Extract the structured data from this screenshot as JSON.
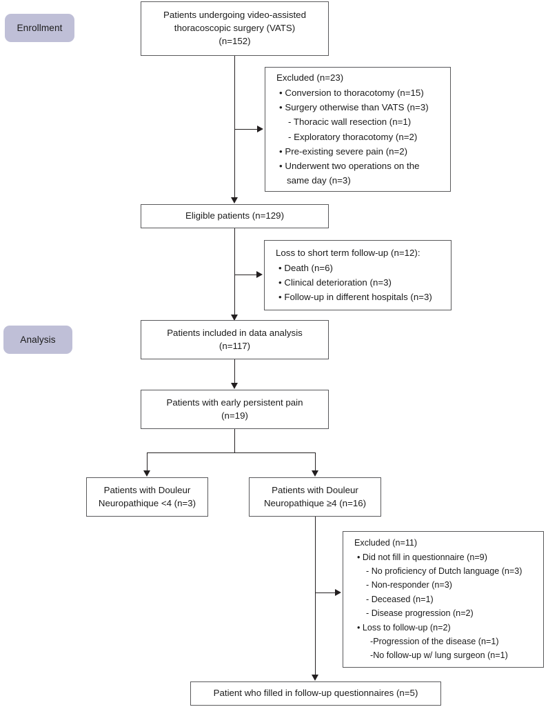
{
  "diagram": {
    "title": "CONSORT-style patient flow diagram",
    "accent_pill_color": "#bfbfd7",
    "line_color": "#231f20",
    "box_border_color": "#58585a"
  },
  "stage_labels": [
    {
      "id": "enrollment",
      "label": "Enrollment"
    },
    {
      "id": "analysis",
      "label": "Analysis"
    }
  ],
  "nodes": {
    "enrolled": {
      "lines": [
        "Patients undergoing video-assisted",
        "thoracoscopic surgery (VATS)",
        "(n=152)"
      ]
    },
    "excluded_enrollment": {
      "head": "Excluded (n=23)",
      "items": [
        {
          "type": "bullet",
          "text": "Conversion to thoracotomy (n=15)"
        },
        {
          "type": "bullet",
          "text": "Surgery otherwise than VATS (n=3)"
        },
        {
          "type": "dash",
          "text": "- Thoracic wall resection (n=1)"
        },
        {
          "type": "dash",
          "text": "- Exploratory thoracotomy (n=2)"
        },
        {
          "type": "bullet",
          "text": "Pre-existing severe pain (n=2)"
        },
        {
          "type": "bullet-wrap",
          "text": "Underwent two operations on the same day (n=3)"
        }
      ]
    },
    "eligible": {
      "lines": [
        "Eligible patients (n=129)"
      ]
    },
    "loss_short_term": {
      "head": "Loss to short term follow-up (n=12):",
      "items": [
        {
          "type": "bullet",
          "text": "Death (n=6)"
        },
        {
          "type": "bullet",
          "text": "Clinical deterioration (n=3)"
        },
        {
          "type": "bullet",
          "text": "Follow-up in different hospitals (n=3)"
        }
      ]
    },
    "analysed": {
      "lines": [
        "Patients included in data analysis",
        "(n=117)"
      ]
    },
    "early_persistent_pain": {
      "lines": [
        "Patients with early persistent pain",
        "(n=19)"
      ]
    },
    "dn_low": {
      "lines": [
        "Patients with Douleur",
        "Neuropathique <4 (n=3)"
      ]
    },
    "dn_high": {
      "lines": [
        "Patients with Douleur",
        "Neuropathique ≥4 (n=16)"
      ]
    },
    "excluded_followup": {
      "head": "Excluded (n=11)",
      "items": [
        {
          "type": "bullet",
          "text": "Did not fill in questionnaire (n=9)"
        },
        {
          "type": "dash",
          "text": "- No proficiency of Dutch language (n=3)"
        },
        {
          "type": "dash",
          "text": "- Non-responder (n=3)"
        },
        {
          "type": "dash",
          "text": "- Deceased (n=1)"
        },
        {
          "type": "dash",
          "text": "- Disease progression (n=2)"
        },
        {
          "type": "bullet",
          "text": "Loss to follow-up (n=2)"
        },
        {
          "type": "plain",
          "text": "-Progression of the disease (n=1)"
        },
        {
          "type": "plain",
          "text": "-No follow-up w/ lung surgeon (n=1)"
        }
      ]
    },
    "final": {
      "lines": [
        "Patient who filled in follow-up questionnaires (n=5)"
      ]
    }
  },
  "chart_data": {
    "type": "flowchart",
    "title": "Patient flow through the VATS persistent pain study",
    "nodes": [
      {
        "id": "enrolled",
        "label": "Patients undergoing video-assisted thoracoscopic surgery (VATS)",
        "n": 152,
        "stage": "Enrollment"
      },
      {
        "id": "excluded_enrollment",
        "label": "Excluded",
        "n": 23,
        "stage": "Enrollment",
        "breakdown": [
          {
            "label": "Conversion to thoracotomy",
            "n": 15
          },
          {
            "label": "Surgery otherwise than VATS",
            "n": 3,
            "sub": [
              {
                "label": "Thoracic wall resection",
                "n": 1
              },
              {
                "label": "Exploratory thoracotomy",
                "n": 2
              }
            ]
          },
          {
            "label": "Pre-existing severe pain",
            "n": 2
          },
          {
            "label": "Underwent two operations on the same day",
            "n": 3
          }
        ]
      },
      {
        "id": "eligible",
        "label": "Eligible patients",
        "n": 129,
        "stage": "Enrollment"
      },
      {
        "id": "loss_short_term",
        "label": "Loss to short term follow-up",
        "n": 12,
        "stage": "Follow-up",
        "breakdown": [
          {
            "label": "Death",
            "n": 6
          },
          {
            "label": "Clinical deterioration",
            "n": 3
          },
          {
            "label": "Follow-up in different hospitals",
            "n": 3
          }
        ]
      },
      {
        "id": "analysed",
        "label": "Patients included in data analysis",
        "n": 117,
        "stage": "Analysis"
      },
      {
        "id": "early_persistent_pain",
        "label": "Patients with early persistent pain",
        "n": 19,
        "stage": "Analysis"
      },
      {
        "id": "dn_low",
        "label": "Patients with Douleur Neuropathique <4",
        "n": 3,
        "stage": "Analysis"
      },
      {
        "id": "dn_high",
        "label": "Patients with Douleur Neuropathique ≥4",
        "n": 16,
        "stage": "Analysis"
      },
      {
        "id": "excluded_followup",
        "label": "Excluded",
        "n": 11,
        "stage": "Analysis",
        "breakdown": [
          {
            "label": "Did not fill in questionnaire",
            "n": 9,
            "sub": [
              {
                "label": "No proficiency of Dutch language",
                "n": 3
              },
              {
                "label": "Non-responder",
                "n": 3
              },
              {
                "label": "Deceased",
                "n": 1
              },
              {
                "label": "Disease progression",
                "n": 2
              }
            ]
          },
          {
            "label": "Loss to follow-up",
            "n": 2,
            "sub": [
              {
                "label": "Progression of the disease",
                "n": 1
              },
              {
                "label": "No follow-up w/ lung surgeon",
                "n": 1
              }
            ]
          }
        ]
      },
      {
        "id": "final",
        "label": "Patient who filled in follow-up questionnaires",
        "n": 5,
        "stage": "Analysis"
      }
    ],
    "edges": [
      {
        "from": "enrolled",
        "to": "excluded_enrollment",
        "kind": "side"
      },
      {
        "from": "enrolled",
        "to": "eligible",
        "kind": "main"
      },
      {
        "from": "eligible",
        "to": "loss_short_term",
        "kind": "side"
      },
      {
        "from": "eligible",
        "to": "analysed",
        "kind": "main"
      },
      {
        "from": "analysed",
        "to": "early_persistent_pain",
        "kind": "main"
      },
      {
        "from": "early_persistent_pain",
        "to": "dn_low",
        "kind": "split"
      },
      {
        "from": "early_persistent_pain",
        "to": "dn_high",
        "kind": "split"
      },
      {
        "from": "dn_high",
        "to": "excluded_followup",
        "kind": "side"
      },
      {
        "from": "dn_high",
        "to": "final",
        "kind": "main"
      }
    ]
  }
}
